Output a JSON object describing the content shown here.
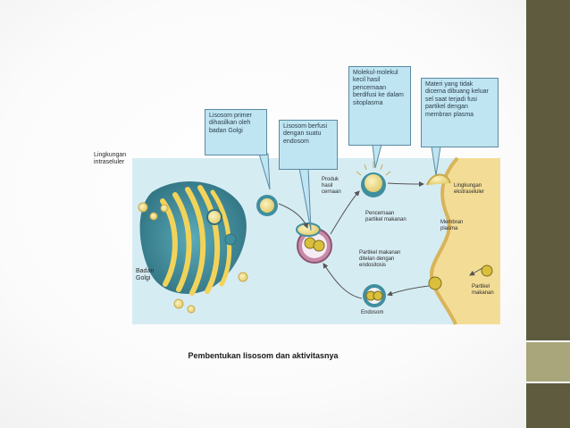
{
  "callouts": {
    "lisosom_primer": "Lisosom primer dihasilkan oleh badan Golgi",
    "lisosom_berfusi": "Lisosom berfusi dengan suatu endosom",
    "molekul_kecil": "Molekul-molekul kecil hasil pencernaan berdifusi ke dalam sitoplasma",
    "materi_tidak_dicerna": "Materi yang tidak dicerna dibuang keluar sel saat terjadi fusi partikel dengan membran plasma"
  },
  "labels": {
    "lingkungan_intraseluler": "Lingkungan intraseluler",
    "badan_golgi": "Badan Golgi",
    "produk_hasil_cernaan": "Produk hasil cernaan",
    "pencernaan_partikel": "Pencernaan partikel makanan",
    "membran_plasma": "Membran plasma",
    "lingkungan_ekstraseluler": "Lingkungan ekstraseluler",
    "partikel_ditelan": "Partikel makanan ditelan dengan endositosis",
    "partikel_makanan": "Partikel makanan",
    "endosom": "Endosom"
  },
  "caption": "Pembentukan lisosom dan aktivitasnya",
  "colors": {
    "sidebar_dark": "#5e5b3f",
    "sidebar_light": "#a8a67a",
    "callout_fill": "#bfe4f2",
    "cytoplasm": "#cfe7ef",
    "golgi": "#3f8f9f",
    "golgi_stripes": "#f2d35a",
    "extracellular": "#f2dc95"
  }
}
